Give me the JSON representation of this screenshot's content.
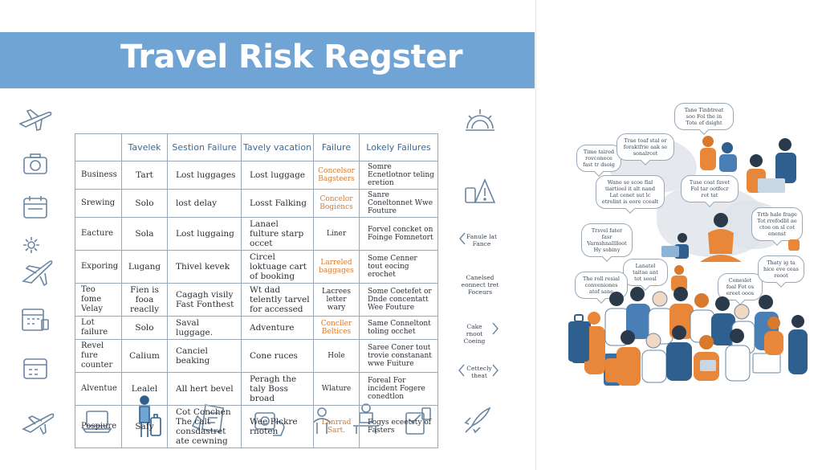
{
  "banner": {
    "title": "Travel Risk Regster"
  },
  "table": {
    "headers": [
      "",
      "Tavelek",
      "Sestion Failure",
      "Tavely vacation",
      "Failure",
      "Lokely Failures"
    ],
    "rows": [
      {
        "c1": "Business",
        "c2": "Tart",
        "c3": "Lost luggages",
        "c4": "Lost luggage",
        "c5": "Concelsor Bagsteers",
        "c5_orange": true,
        "c6": "Somre Ecnetlotnor teling eretion"
      },
      {
        "c1": "Srewing",
        "c2": "Solo",
        "c3": "lost delay",
        "c4": "Losst Falking",
        "c5": "Concelor Bogiencs",
        "c5_orange": true,
        "c6": "Sanre Coneltonnet Wwe Fouture"
      },
      {
        "c1": "Eacture",
        "c2": "Sola",
        "c3": "Lost luggaing",
        "c4": "Lanael fulture starp occet",
        "c5": "Liner",
        "c5_orange": false,
        "c6": "Forvel concket on Foinge Fomnetort"
      },
      {
        "c1": "Exporing",
        "c2": "Lugang",
        "c3": "Thivel kevek",
        "c4": "Circel loktuage cart of booking",
        "c5": "Larreled baggages",
        "c5_orange": true,
        "c6": "Some Cenner tout eocing erochet"
      },
      {
        "c1": "Teo fome Velay",
        "c2": "Fien is fooa reaclly",
        "c3": "Cagagh visily Fast Fonthest",
        "c4": "Wt dad telently tarvel for accessed",
        "c5": "Lacrees letter wary",
        "c5_orange": false,
        "c6": "Some Coetefet or Dnde concentatt Wee Fouture"
      },
      {
        "c1": "Lot failure",
        "c2": "Solo",
        "c3": "Saval luggage.",
        "c4": "Adventure",
        "c5": "Concller Beltices",
        "c5_orange": true,
        "c6": "Same Conneltont toling occhet"
      },
      {
        "c1": "Revel fure counter",
        "c2": "Calium",
        "c3": "Canciel beaking",
        "c4": "Cone ruces",
        "c5": "Hole",
        "c5_orange": false,
        "c6": "Saree Coner tout trovie constanant wwe Fuiture"
      },
      {
        "c1": "Alventue",
        "c2": "Lealel",
        "c3": "All hert bevel",
        "c4": "Peragh the taly Boss broad",
        "c5": "Wlature",
        "c5_orange": false,
        "c6": "Foreal For incident Fogere conedtlon"
      },
      {
        "c1": "Pospiure",
        "c2": "Safy",
        "c3": "Cot Conchen The calt consdastret ate cewning",
        "c4": "Wee Plckre rnoten",
        "c5": "Lanrrad Sart.",
        "c5_orange": true,
        "c6": "Fogys eceetsty of Fasters"
      }
    ]
  },
  "side_labels": {
    "label1": "Fanule lat Fance",
    "label2": "Canelsed eonnect tret Foceurs",
    "label3": "Cake rnoot Coeing",
    "label4": "Cettecly theat"
  },
  "bubbles": [
    "Tane Tinbtreat soo Fol the in Tote of dsight",
    "Time taired rovconece fast tr dsoig",
    "Trae toaf stal or foraktfrie aak se sonalrcet",
    "Wane se scoe flal tiartioel it alt nand Lat cenet sut lc etrelint is eore ccealt",
    "Tuse coat favet Fol tar ootfecr rot tat",
    "Trtb hale frage Tot rrefodlit ae ctoe on sl cot enenst",
    "Trsvel fater fasr Varnshnalllloot Hy sobiny",
    "Lanatel taitae ant tot soosl",
    "The roll resial conveniones atof sane",
    "Coneslet foal Fot os ereet ooos",
    "Thaty ig ta hice eve ceas reoot"
  ],
  "colors": {
    "banner": "#6fa4d4",
    "accent": "#d9792b",
    "icon": "#6a86a3"
  }
}
